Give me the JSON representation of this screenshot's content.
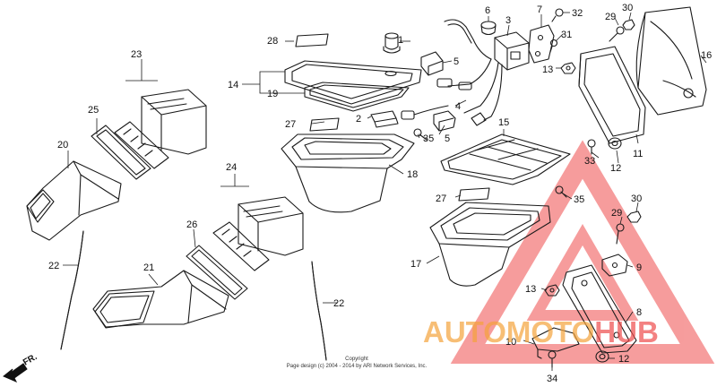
{
  "diagram": {
    "callouts": {
      "c1": "1",
      "c2": "2",
      "c3": "3",
      "c4": "4",
      "c5a": "5",
      "c5b": "5",
      "c6": "6",
      "c7": "7",
      "c8": "8",
      "c9": "9",
      "c10": "10",
      "c11": "11",
      "c12a": "12",
      "c12b": "12",
      "c13a": "13",
      "c13b": "13",
      "c14": "14",
      "c15": "15",
      "c16": "16",
      "c17": "17",
      "c18": "18",
      "c19": "19",
      "c20": "20",
      "c21": "21",
      "c22a": "22",
      "c22b": "22",
      "c23": "23",
      "c24": "24",
      "c25": "25",
      "c26": "26",
      "c27a": "27",
      "c27b": "27",
      "c28": "28",
      "c29a": "29",
      "c29b": "29",
      "c30a": "30",
      "c30b": "30",
      "c31": "31",
      "c32": "32",
      "c33": "33",
      "c34": "34",
      "c35a": "35",
      "c35b": "35"
    },
    "direction_label": "FR.",
    "copyright_line1": "Copyright",
    "copyright_line2": "Page design (c) 2004 - 2014 by ARI Network Services, Inc.",
    "watermark": {
      "part1": "AUTOMOTO",
      "part2": "HUB",
      "color_primary": "#f5a33c",
      "color_secondary": "#ef4d4d"
    }
  }
}
